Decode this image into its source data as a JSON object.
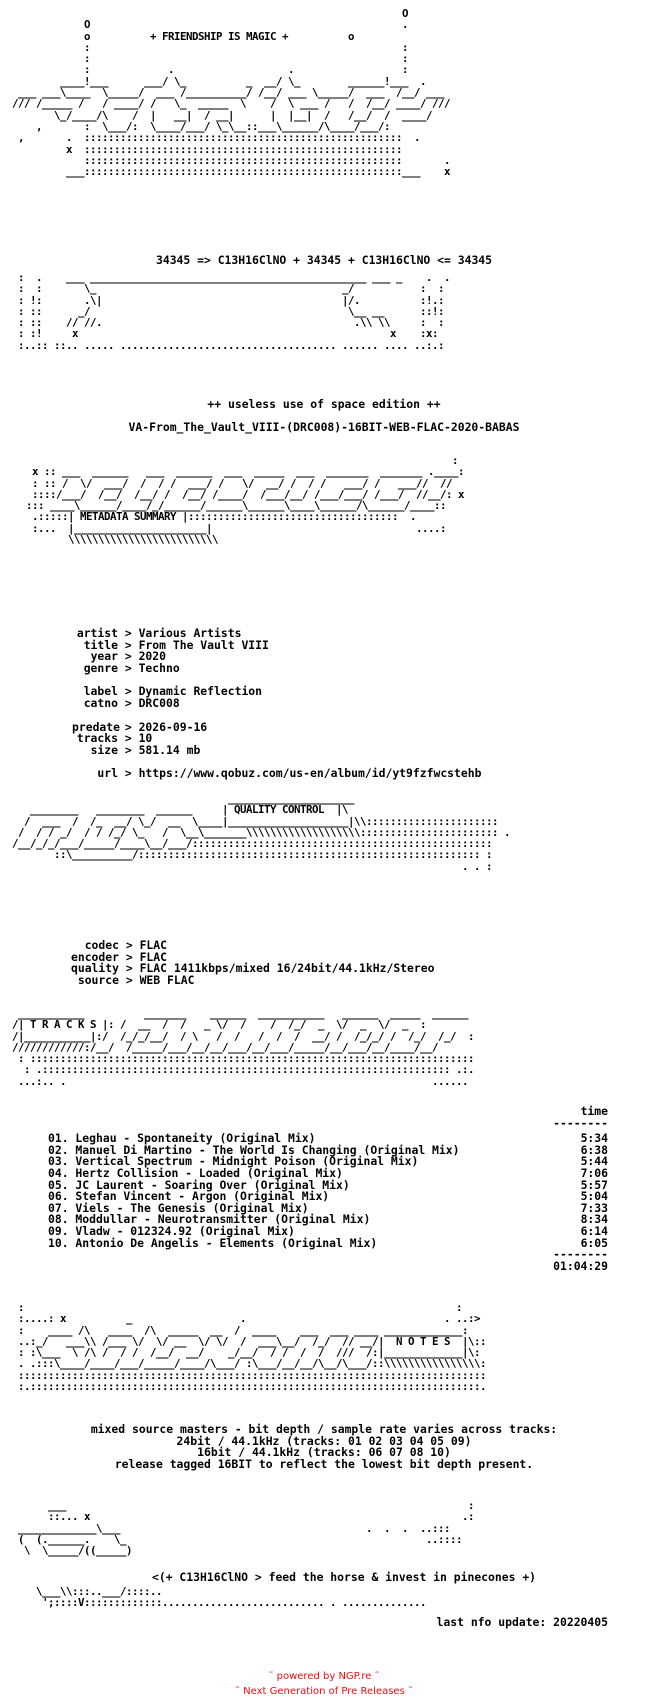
{
  "header": {
    "slogan": "+ FRIENDSHIP IS MAGIC +",
    "formula": "34345 => C13H16ClNO + 34345 + C13H16ClNO <= 34345",
    "edition": "++ useless use of space edition ++",
    "release": "VA-From_The_Vault_VIII-(DRC008)-16BIT-WEB-FLAC-2020-BABAS"
  },
  "sections": {
    "metadata": "METADATA SUMMARY",
    "quality": "QUALITY CONTROL",
    "tracks": "T R A C K S",
    "notes": "N O T E S"
  },
  "metadata": [
    {
      "key": "artist",
      "value": "Various Artists"
    },
    {
      "key": "title",
      "value": "From The Vault VIII"
    },
    {
      "key": "year",
      "value": "2020"
    },
    {
      "key": "genre",
      "value": "Techno"
    },
    {
      "key": "label",
      "value": "Dynamic Reflection"
    },
    {
      "key": "catno",
      "value": "DRC008"
    },
    {
      "key": "predate",
      "value": "2026-09-16"
    },
    {
      "key": "tracks",
      "value": "10"
    },
    {
      "key": "size",
      "value": "581.14 mb"
    },
    {
      "key": "url",
      "value": "https://www.qobuz.com/us-en/album/id/yt9fzfwcstehb"
    }
  ],
  "quality": [
    {
      "key": "codec",
      "value": "FLAC"
    },
    {
      "key": "encoder",
      "value": "FLAC"
    },
    {
      "key": "quality",
      "value": "FLAC 1411kbps/mixed 16/24bit/44.1kHz/Stereo"
    },
    {
      "key": "source",
      "value": "WEB FLAC"
    }
  ],
  "tracklist": {
    "time_header": "time",
    "rule": "--------",
    "total": "01:04:29",
    "items": [
      {
        "title": "01. Leghau - Spontaneity (Original Mix)",
        "time": "5:34"
      },
      {
        "title": "02. Manuel Di Martino - The World Is Changing (Original Mix)",
        "time": "6:38"
      },
      {
        "title": "03. Vertical Spectrum - Midnight Poison (Original Mix)",
        "time": "5:44"
      },
      {
        "title": "04. Hertz Collision - Loaded (Original Mix)",
        "time": "7:06"
      },
      {
        "title": "05. JC Laurent - Soaring Over (Original Mix)",
        "time": "5:57"
      },
      {
        "title": "06. Stefan Vincent - Argon (Original Mix)",
        "time": "5:04"
      },
      {
        "title": "07. Viels - The Genesis (Original Mix)",
        "time": "7:33"
      },
      {
        "title": "08. Moddullar - Neurotransmitter (Original Mix)",
        "time": "8:34"
      },
      {
        "title": "09. Vladw - 012324.92 (Original Mix)",
        "time": "6:14"
      },
      {
        "title": "10. Antonio De Angelis - Elements (Original Mix)",
        "time": "6:05"
      }
    ]
  },
  "notes": [
    "mixed source masters - bit depth / sample rate varies across tracks:",
    "24bit / 44.1kHz (tracks: 01 02 03 04 05 09)",
    "16bit / 44.1kHz (tracks: 06 07 08 10)",
    "release tagged 16BIT to reflect the lowest bit depth present."
  ],
  "tagline": "<(+ C13H16ClNO > feed the horse & invest in pinecones +)",
  "last_update": "last nfo update: 20220405",
  "footer": {
    "powered": "˜ powered by NGP.re ˜",
    "tagline": "˜ Next Generation of Pre Releases ˜"
  }
}
